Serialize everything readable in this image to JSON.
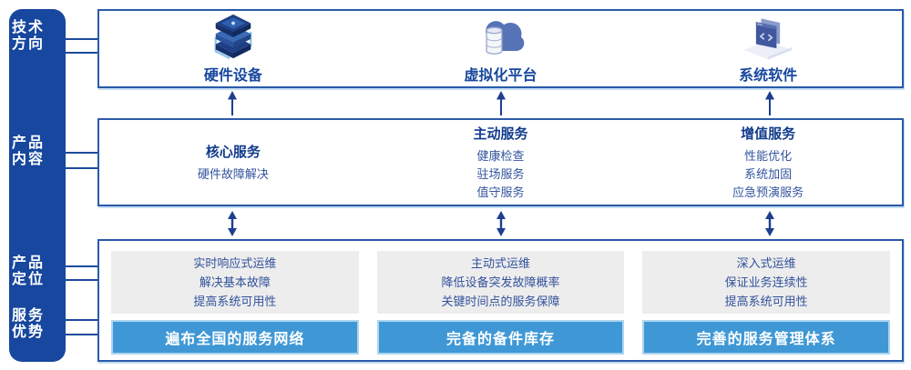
{
  "sidebar": {
    "items": [
      {
        "label": "技术方向"
      },
      {
        "label": "产品内容"
      },
      {
        "label": "产品定位"
      },
      {
        "label": "服务优势"
      }
    ]
  },
  "tech_row": {
    "items": [
      {
        "label": "硬件设备",
        "icon": "server-stack-icon"
      },
      {
        "label": "虚拟化平台",
        "icon": "cloud-database-icon"
      },
      {
        "label": "系统软件",
        "icon": "code-window-icon"
      }
    ]
  },
  "content_row": {
    "columns": [
      {
        "title": "核心服务",
        "items": [
          "硬件故障解决"
        ]
      },
      {
        "title": "主动服务",
        "items": [
          "健康检查",
          "驻场服务",
          "值守服务"
        ]
      },
      {
        "title": "增值服务",
        "items": [
          "性能优化",
          "系统加固",
          "应急预演服务"
        ]
      }
    ]
  },
  "bottom_row": {
    "columns": [
      {
        "positioning": [
          "实时响应式运维",
          "解决基本故障",
          "提高系统可用性"
        ],
        "advantage": "遍布全国的服务网络"
      },
      {
        "positioning": [
          "主动式运维",
          "降低设备突发故障概率",
          "关键时间点的服务保障"
        ],
        "advantage": "完备的备件库存"
      },
      {
        "positioning": [
          "深入式运维",
          "保证业务连续性",
          "提高系统可用性"
        ],
        "advantage": "完善的服务管理体系"
      }
    ]
  },
  "colors": {
    "sidebar_blue": "#17479e",
    "box_border_blue": "#2a5aa8",
    "title_navy": "#123c8c",
    "body_blue": "#33549e",
    "panel_gray": "#ededed",
    "bar_blue": "#3f98d5",
    "bar_ring_blue": "#add5f0",
    "arrow_navy": "#1c3f8e"
  }
}
